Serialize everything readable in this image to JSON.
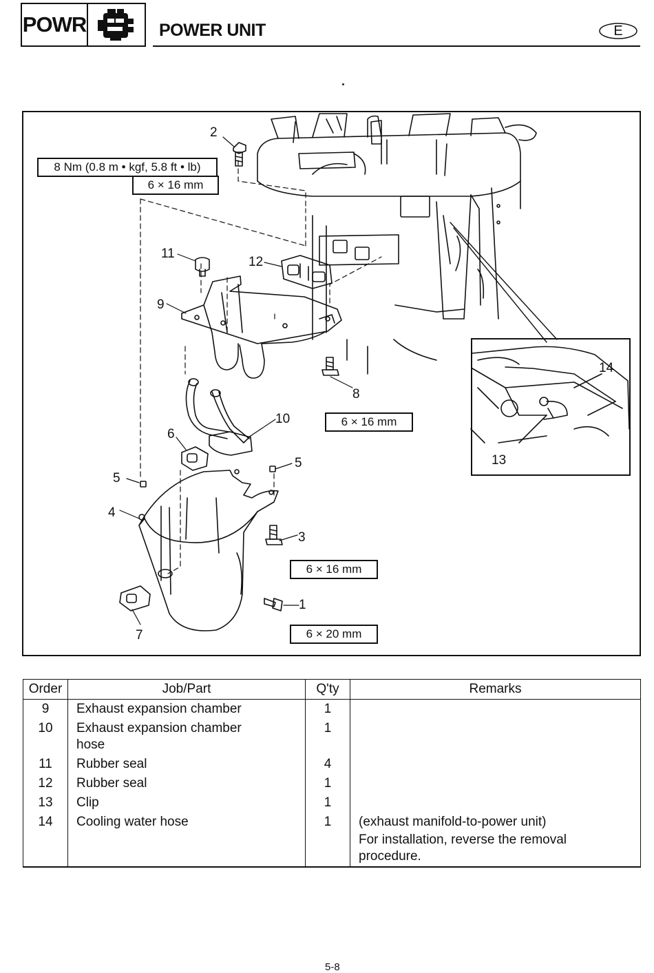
{
  "header": {
    "section_code": "POWR",
    "section_icon": "engine-block-icon",
    "title": "POWER UNIT",
    "language_badge": "E"
  },
  "figure": {
    "callouts": {
      "c1": "1",
      "c2": "2",
      "c3": "3",
      "c4": "4",
      "c5a": "5",
      "c5b": "5",
      "c6": "6",
      "c7": "7",
      "c8": "8",
      "c9": "9",
      "c10": "10",
      "c11": "11",
      "c12": "12",
      "c13": "13",
      "c14": "14"
    },
    "specs": {
      "torque": "8 Nm (0.8 m • kgf, 5.8 ft • lb)",
      "bolt2": "6 × 16 mm",
      "bolt8": "6 × 16 mm",
      "bolt3": "6 × 16 mm",
      "bolt1": "6 × 20 mm"
    }
  },
  "table": {
    "headers": {
      "order": "Order",
      "job": "Job/Part",
      "qty": "Q'ty",
      "remarks": "Remarks"
    },
    "rows": [
      {
        "order": "9",
        "job": "Exhaust expansion chamber",
        "qty": "1",
        "remarks": ""
      },
      {
        "order": "10",
        "job": "Exhaust expansion chamber hose",
        "qty": "1",
        "remarks": ""
      },
      {
        "order": "11",
        "job": "Rubber seal",
        "qty": "4",
        "remarks": ""
      },
      {
        "order": "12",
        "job": "Rubber seal",
        "qty": "1",
        "remarks": ""
      },
      {
        "order": "13",
        "job": "Clip",
        "qty": "1",
        "remarks": ""
      },
      {
        "order": "14",
        "job": "Cooling water hose",
        "qty": "1",
        "remarks": "(exhaust manifold-to-power unit)",
        "remarks2": "For installation, reverse the removal procedure."
      }
    ]
  },
  "footer": {
    "page_number": "5-8"
  }
}
